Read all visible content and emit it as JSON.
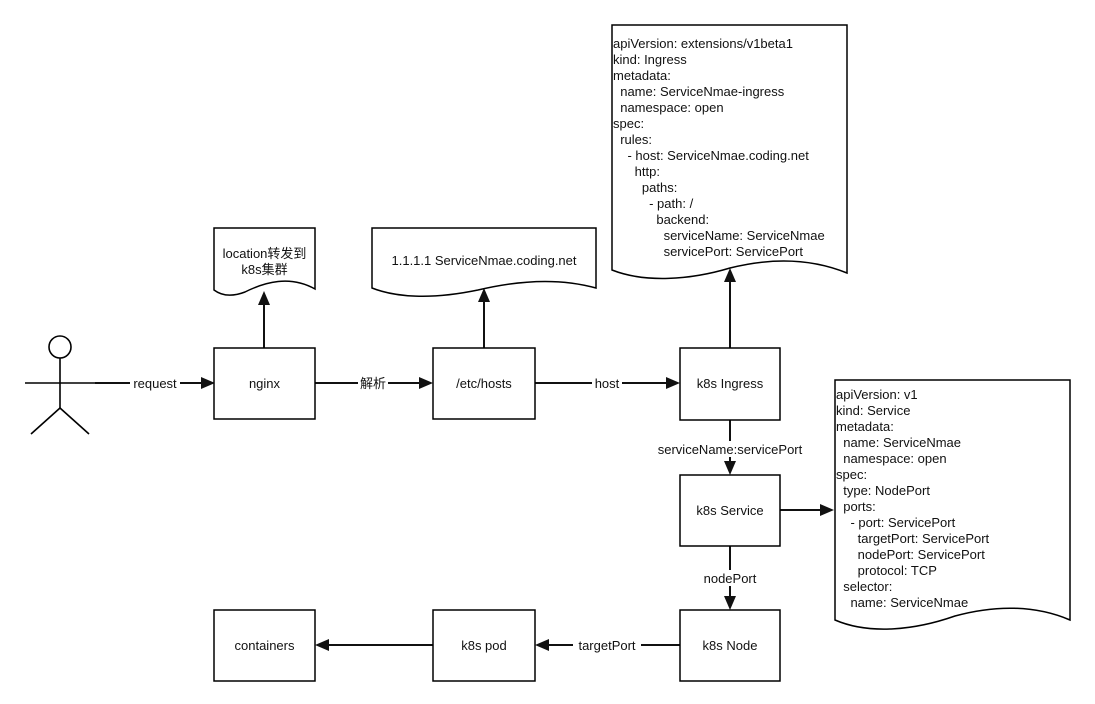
{
  "actor": {
    "icon": "stick-figure-user-icon"
  },
  "nodes": {
    "nginx": "nginx",
    "hosts": "/etc/hosts",
    "ingress": "k8s Ingress",
    "service": "k8s Service",
    "node": "k8s Node",
    "pod": "k8s pod",
    "containers": "containers"
  },
  "notes": {
    "nginx_note": [
      "location转发到",
      "k8s集群"
    ],
    "hosts_note": [
      "1.1.1.1 ServiceNmae.coding.net"
    ],
    "ingress_yaml": [
      "apiVersion: extensions/v1beta1",
      "kind: Ingress",
      "metadata:",
      "  name: ServiceNmae-ingress",
      "  namespace: open",
      "spec:",
      "  rules:",
      "    - host: ServiceNmae.coding.net",
      "      http:",
      "        paths:",
      "          - path: /",
      "            backend:",
      "              serviceName: ServiceNmae",
      "              servicePort: ServicePort"
    ],
    "service_yaml": [
      "apiVersion: v1",
      "kind: Service",
      "metadata:",
      "  name: ServiceNmae",
      "  namespace: open",
      "spec:",
      "  type: NodePort",
      "  ports:",
      "    - port: ServicePort",
      "      targetPort: ServicePort",
      "      nodePort: ServicePort",
      "      protocol: TCP",
      "  selector:",
      "    name: ServiceNmae"
    ]
  },
  "edges": {
    "request": "request",
    "parse": "解析",
    "host": "host",
    "service_port": "serviceName:servicePort",
    "node_port": "nodePort",
    "target_port": "targetPort"
  }
}
